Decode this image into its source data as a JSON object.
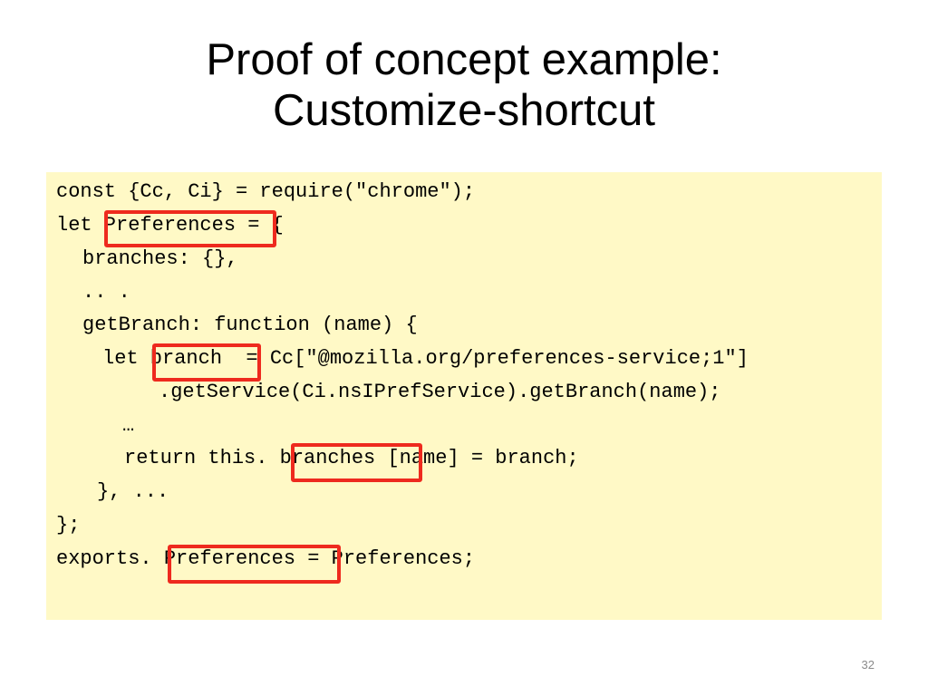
{
  "slide": {
    "title_line1": "Proof of concept example:",
    "title_line2": "Customize-shortcut",
    "page_number": "32"
  },
  "code": {
    "lines": [
      "const {Cc, Ci} = require(\"chrome\");",
      "let Preferences = {",
      "branches: {},",
      ".. .",
      "getBranch: function (name) {",
      "let branch  = Cc[\"@mozilla.org/preferences-service;1\"]",
      ".getService(Ci.nsIPrefService).getBranch(name);",
      "…",
      "return this. branches [name] = branch;",
      "}, ...",
      "};",
      "exports. Preferences = Preferences;"
    ]
  },
  "colors": {
    "code_background": "#fff9c6",
    "highlight_border": "#ee2a1e",
    "page_number": "#8a8a8a"
  }
}
